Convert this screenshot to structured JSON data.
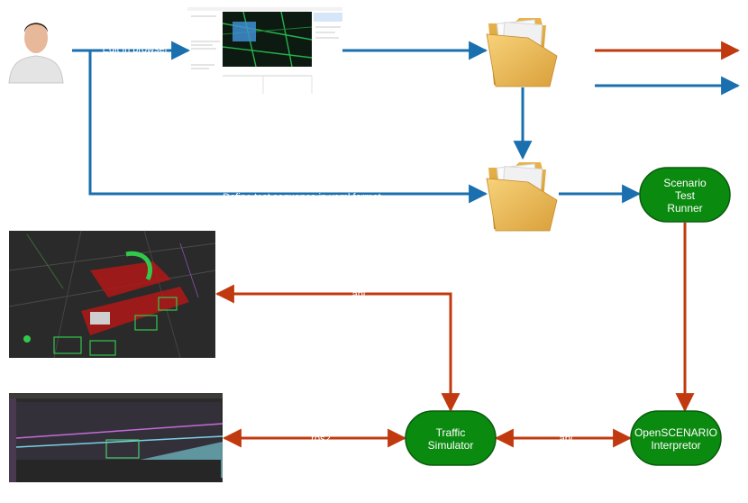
{
  "edges": {
    "edit_label": "Edit in browser",
    "define_label": "Define test sequence in yaml format",
    "sim_viz_label": "api",
    "viz_bottom_label": "ros2",
    "sim_interp_label": "api"
  },
  "nodes": {
    "runner": [
      "Scenario",
      "Test",
      "Runner"
    ],
    "traffic": [
      "Traffic",
      "Simulator"
    ],
    "interp": [
      "OpenSCENARIO",
      "Interpretor"
    ]
  },
  "colors": {
    "blue": "#1a6faf",
    "orange": "#c0390f",
    "node_fill": "#0b8a10",
    "node_stroke": "#0a5c0d"
  },
  "icons": [
    "user-avatar-icon",
    "folder-icon"
  ]
}
